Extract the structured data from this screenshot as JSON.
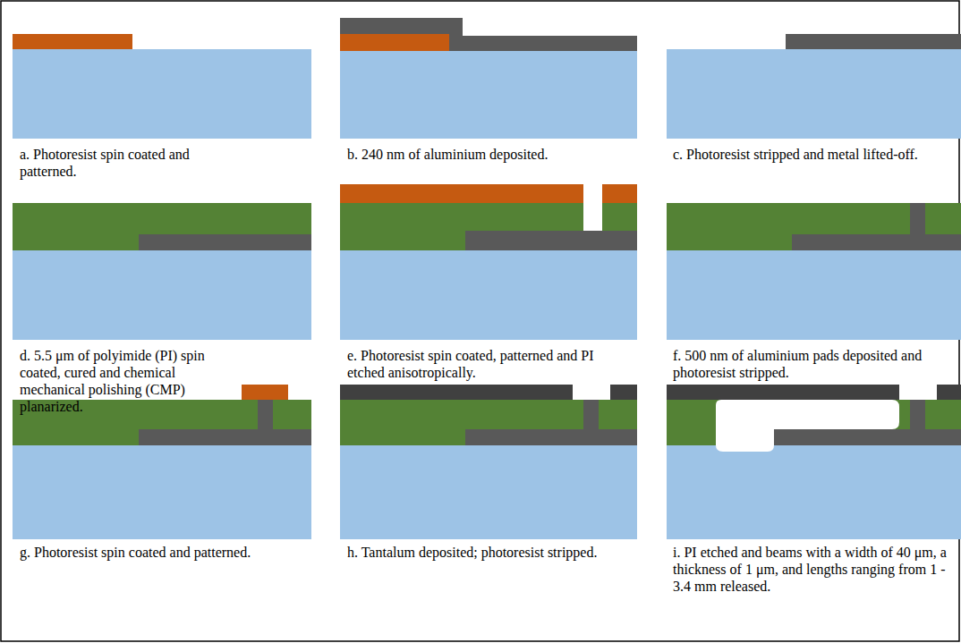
{
  "diagram": {
    "labels": [
      "a. Photoresist spin coated and patterned.",
      "b. 240 nm of aluminium deposited.",
      "c. Photoresist stripped and metal lifted-off.",
      "d. 5.5 μm of polyimide (PI) spin coated, cured and chemical mechanical polishing (CMP) planarized.",
      "e. Photoresist spin coated, patterned and PI etched anisotropically.",
      "f. 500 nm of aluminium pads deposited and photoresist stripped.",
      "g. Photoresist spin coated and patterned.",
      "h. Tantalum deposited; photoresist stripped.",
      "i. PI etched and beams with a width of 40 μm, a thickness of 1 μm, and lengths ranging from 1 - 3.4 mm released."
    ]
  }
}
